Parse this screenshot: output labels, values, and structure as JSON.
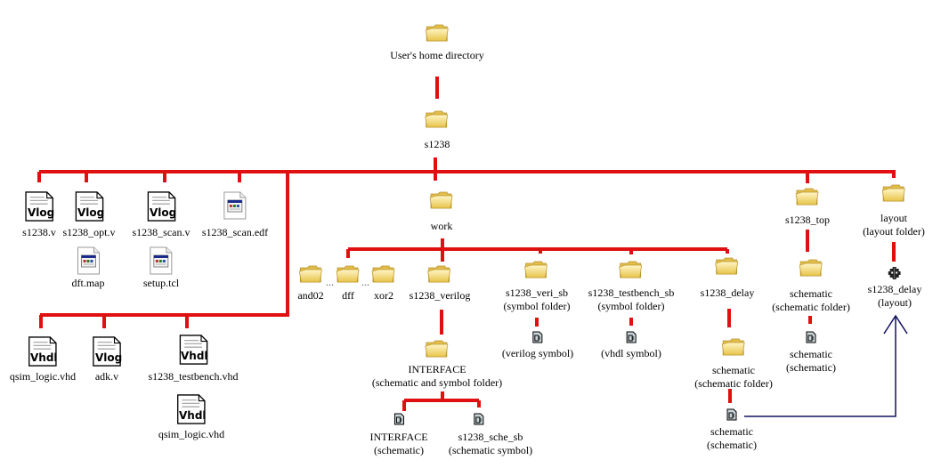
{
  "diagram": {
    "colors": {
      "tree_line": "#e01010",
      "link_line": "#101060"
    },
    "root": {
      "label": "User's home directory",
      "icon": "folder-icon"
    },
    "project": {
      "label": "s1238",
      "icon": "folder-icon"
    },
    "top_files": [
      {
        "label": "s1238.v",
        "icon": "vlog-file-icon",
        "badge": "Vlog"
      },
      {
        "label": "s1238_opt.v",
        "icon": "vlog-file-icon",
        "badge": "Vlog"
      },
      {
        "label": "s1238_scan.v",
        "icon": "vlog-file-icon",
        "badge": "Vlog"
      },
      {
        "label": "s1238_scan.edf",
        "icon": "app-file-icon"
      },
      {
        "label": "dft.map",
        "icon": "app-file-icon"
      },
      {
        "label": "setup.tcl",
        "icon": "app-file-icon"
      }
    ],
    "bottom_files": [
      {
        "label": "qsim_logic.vhd",
        "icon": "vhdl-file-icon",
        "badge": "Vhdl"
      },
      {
        "label": "adk.v",
        "icon": "vlog-file-icon",
        "badge": "Vlog"
      },
      {
        "label": "s1238_testbench.vhd",
        "icon": "vhdl-file-icon",
        "badge": "Vhdl"
      },
      {
        "label": "qsim_logic.vhd",
        "icon": "vhdl-file-icon",
        "badge": "Vhdl"
      }
    ],
    "work": {
      "label": "work",
      "children": [
        {
          "label": "and02"
        },
        {
          "label": "dff"
        },
        {
          "label": "xor2"
        },
        {
          "label": "s1238_verilog"
        },
        {
          "label": "s1238_veri_sb",
          "sub": "(symbol folder)"
        },
        {
          "label": "s1238_testbench_sb",
          "sub": "(symbol folder)"
        },
        {
          "label": "s1238_delay"
        }
      ],
      "ellipsis": "...",
      "interface": {
        "label": "INTERFACE",
        "sub": "(schematic and symbol folder)"
      },
      "interface_children": [
        {
          "label": "INTERFACE",
          "sub": "(schematic)"
        },
        {
          "label": "s1238_sche_sb",
          "sub": "(schematic symbol)"
        }
      ],
      "veri_symbol": {
        "label": "(verilog symbol)"
      },
      "vhdl_symbol": {
        "label": "(vhdl symbol)"
      },
      "delay_schematic_folder": {
        "label": "schematic",
        "sub": "(schematic folder)"
      },
      "delay_schematic": {
        "label": "schematic",
        "sub": "(schematic)"
      }
    },
    "s1238_top": {
      "label": "s1238_top",
      "schematic_folder": {
        "label": "schematic",
        "sub": "(schematic folder)"
      },
      "schematic": {
        "label": "schematic",
        "sub": "(schematic)"
      }
    },
    "layout": {
      "label": "layout",
      "sub": "(layout folder)",
      "cell": {
        "label": "s1238_delay",
        "sub": "(layout)"
      }
    }
  }
}
